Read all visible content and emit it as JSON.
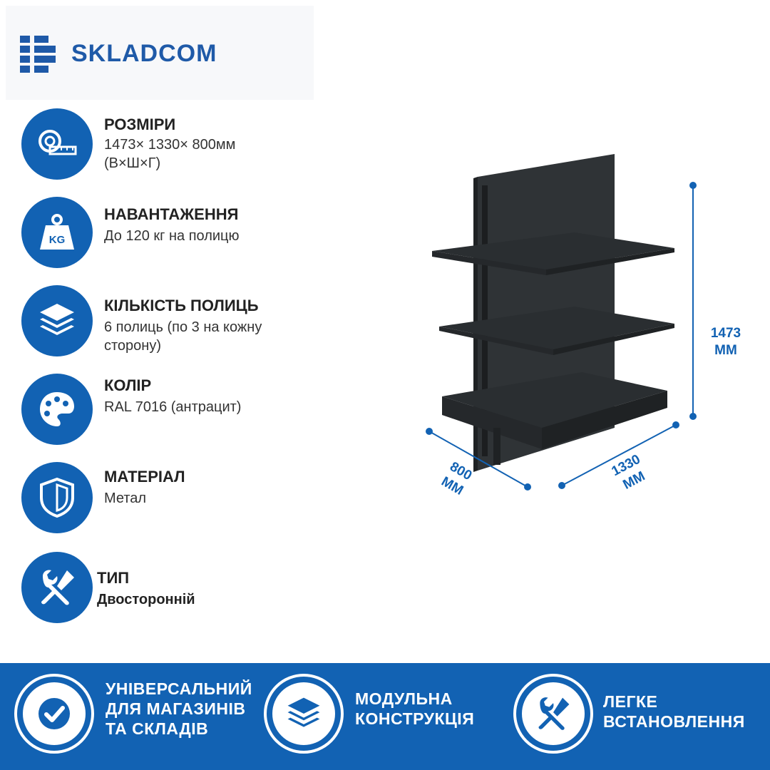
{
  "logo": {
    "text": "SKLADCOM"
  },
  "features": [
    {
      "icon": "tape-measure-icon",
      "title": "РОЗМІРИ",
      "desc_line1": "1473× 1330× 800мм",
      "desc_line2": "(В×Ш×Г)"
    },
    {
      "icon": "weight-kg-icon",
      "title": "НАВАНТАЖЕННЯ",
      "desc_line1": "До 120 кг на полицю"
    },
    {
      "icon": "layers-icon",
      "title": "КІЛЬКІСТЬ ПОЛИЦЬ",
      "desc_line1": "6 полиць (по 3 на кожну",
      "desc_line2": "сторону)"
    },
    {
      "icon": "palette-icon",
      "title": "КОЛІР",
      "desc_line1": "RAL 7016 (антрацит)"
    },
    {
      "icon": "shield-icon",
      "title": "МАТЕРІАЛ",
      "desc_line1": "Метал"
    },
    {
      "icon": "tools-icon",
      "title": "ТИП",
      "desc_line1": "Двосторонній"
    }
  ],
  "dimensions": {
    "height": {
      "value": "1473",
      "unit": "ММ"
    },
    "width": {
      "value": "1330",
      "unit": "ММ"
    },
    "depth": {
      "value": "800",
      "unit": "ММ"
    }
  },
  "banner": [
    {
      "icon": "checkmark-icon",
      "line1": "УНІВЕРСАЛЬНИЙ",
      "line2": "ДЛЯ МАГАЗИНІВ",
      "line3": "ТА СКЛАДІВ"
    },
    {
      "icon": "layers-icon",
      "line1": "МОДУЛЬНА",
      "line2": "КОНСТРУКЦІЯ"
    },
    {
      "icon": "tools-icon",
      "line1": "ЛЕГКЕ",
      "line2": "ВСТАНОВЛЕННЯ"
    }
  ],
  "colors": {
    "brand_blue": "#1262b3",
    "shelf_color": "#2f3336"
  }
}
